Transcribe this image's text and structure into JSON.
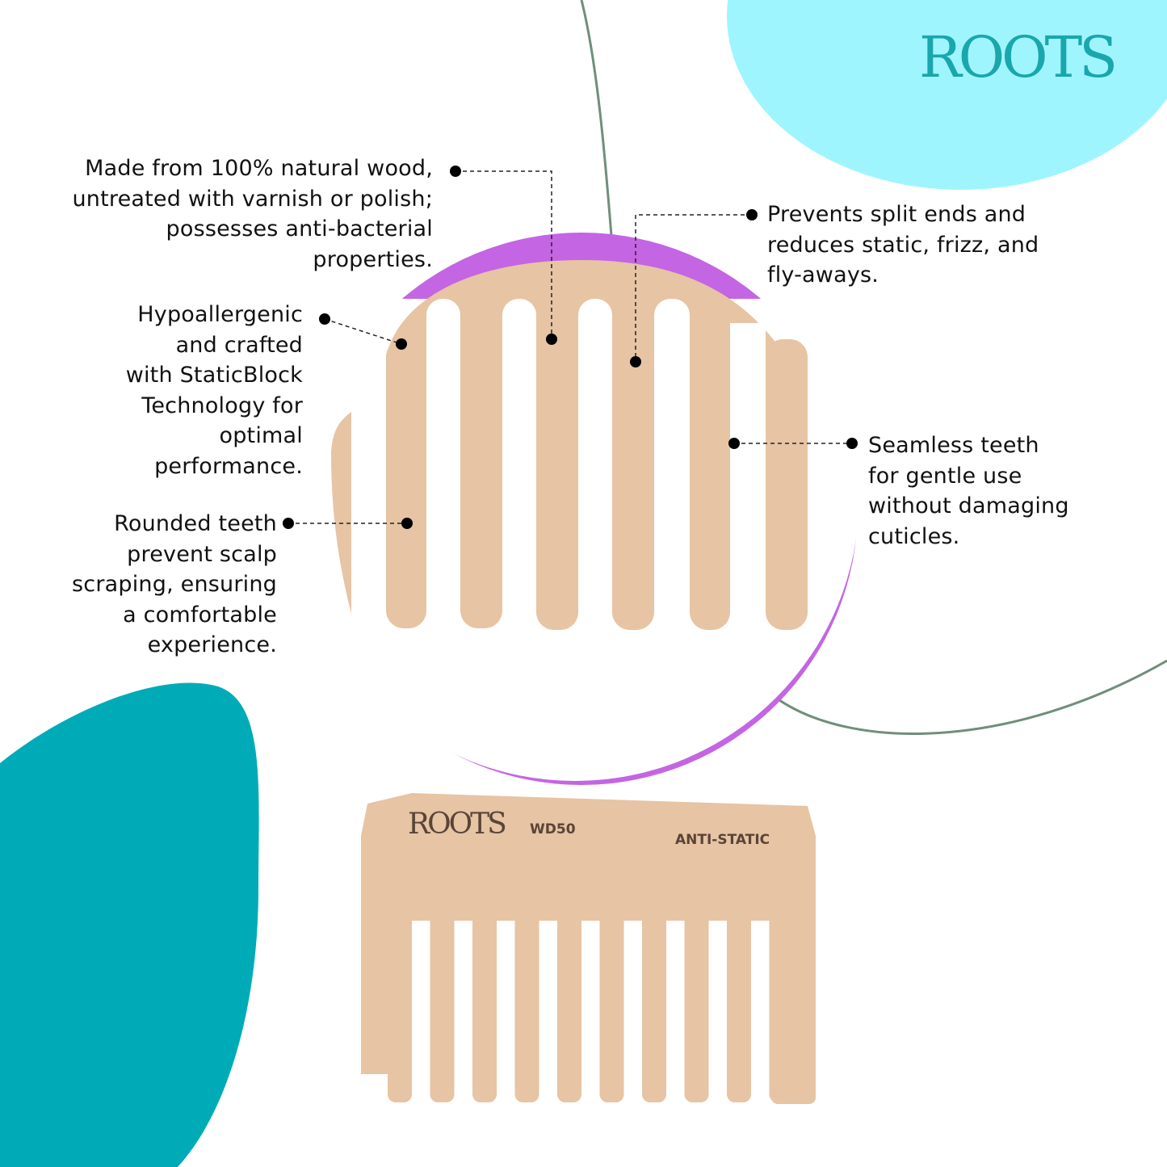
{
  "brand": {
    "logo_text": "ROOTS"
  },
  "colors": {
    "cyan_blob": "#9ff5fd",
    "teal_blob": "#00abb8",
    "purple_ring": "#c465e4",
    "wood": "#e6c4a4",
    "logo": "#1aa6ad"
  },
  "product": {
    "engraving_brand": "ROOTS",
    "model": "WD50",
    "feature_label": "ANTI-STATIC"
  },
  "callouts": {
    "natural_wood": "Made from 100% natural wood,\nuntreated with varnish or polish;\npossesses anti-bacterial\nproperties.",
    "hypoallergenic": "Hypoallergenic\nand crafted\nwith StaticBlock\nTechnology for\noptimal\nperformance.",
    "rounded_teeth": "Rounded teeth\nprevent scalp\nscraping, ensuring\na comfortable\nexperience.",
    "split_ends": "Prevents split ends and\nreduces static, frizz, and\nfly-aways.",
    "seamless_teeth": "Seamless teeth\nfor gentle use\nwithout damaging\ncuticles."
  }
}
